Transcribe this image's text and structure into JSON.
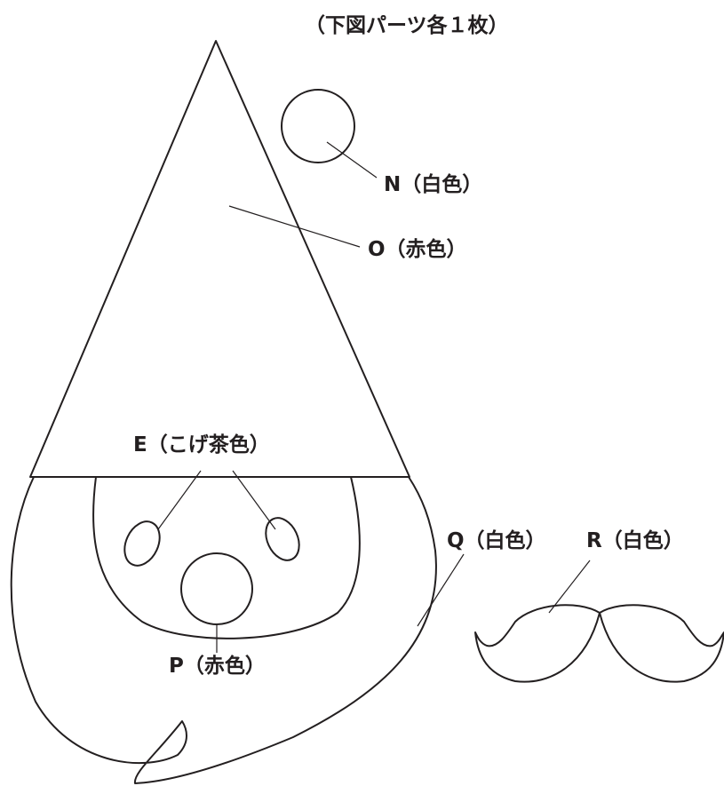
{
  "title": "（下図パーツ各１枚）",
  "labels": {
    "N": "N（白色）",
    "O": "O（赤色）",
    "E": "E（こげ茶色）",
    "Q": "Q（白色）",
    "R": "R（白色）",
    "P": "P（赤色）"
  },
  "colors": {
    "line": "#231f20",
    "background": "#ffffff"
  }
}
